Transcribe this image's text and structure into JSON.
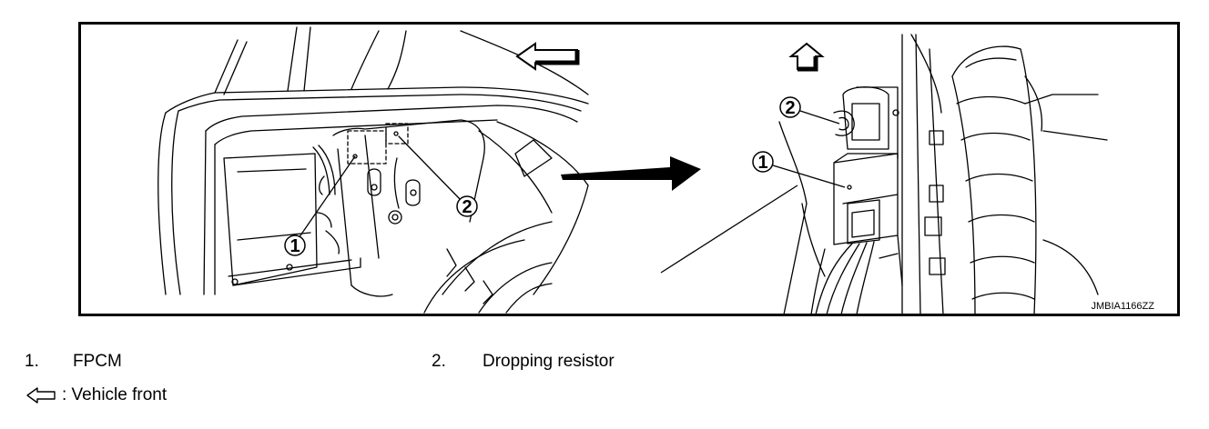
{
  "figure": {
    "code": "JMBIA1166ZZ",
    "callouts": {
      "one": "1",
      "two": "2"
    }
  },
  "legend": {
    "items": [
      {
        "number": "1.",
        "label": "FPCM"
      },
      {
        "number": "2.",
        "label": "Dropping resistor"
      }
    ],
    "direction_label": ": Vehicle front",
    "direction_icon": "arrow-left-outline-icon"
  }
}
